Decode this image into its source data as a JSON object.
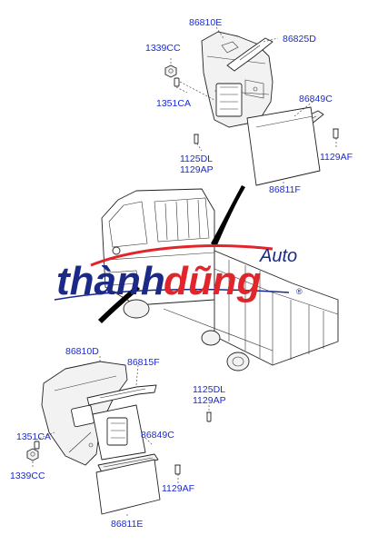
{
  "labels": {
    "top_86810E": "86810E",
    "top_86825D": "86825D",
    "top_1339CC": "1339CC",
    "top_1351CA": "1351CA",
    "top_86849C": "86849C",
    "top_1129AF": "1129AF",
    "top_1125DL": "1125DL",
    "top_1129AP": "1129AP",
    "top_86811F": "86811F",
    "bot_86810D": "86810D",
    "bot_86815F": "86815F",
    "bot_1125DL": "1125DL",
    "bot_1129AP": "1129AP",
    "bot_1351CA": "1351CA",
    "bot_86849C": "86849C",
    "bot_1339CC": "1339CC",
    "bot_1129AF": "1129AF",
    "bot_86811E": "86811E"
  },
  "watermark": {
    "brand_part1": "thành",
    "brand_part2": "dũng",
    "brand_sub": "Auto",
    "registered": "®"
  },
  "colors": {
    "label": "#1a2ad6",
    "watermark_blue": "#1b2a86",
    "watermark_red": "#e0262b"
  }
}
